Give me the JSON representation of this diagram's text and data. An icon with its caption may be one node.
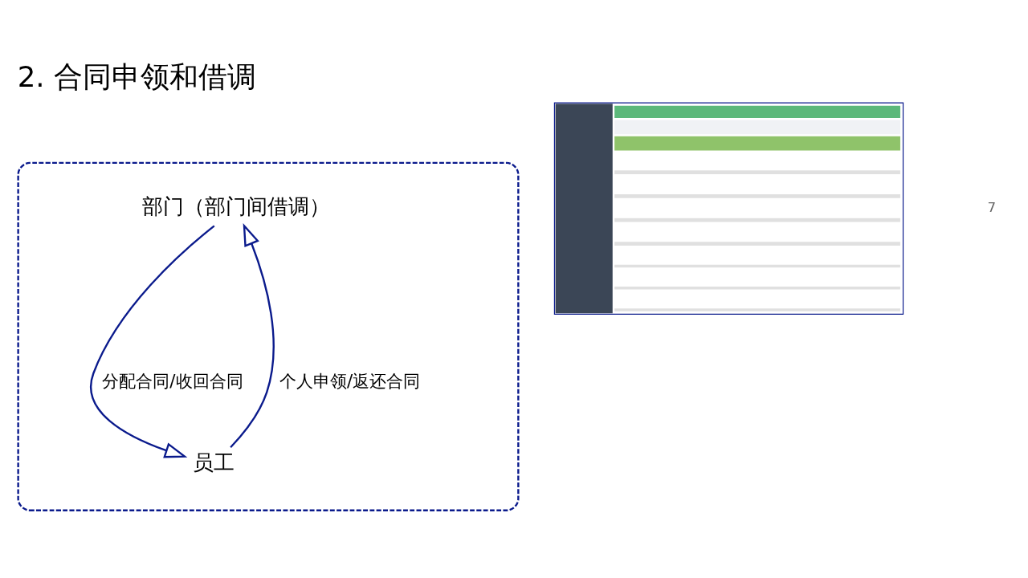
{
  "diagram": {
    "title": "2. 合同申领和借调",
    "nodes": [
      {
        "text": [],
        "shape": "box"
      },
      {
        "text": [
          "部门（部门间借调）"
        ],
        "in": 0
      },
      {
        "text": [
          "员工"
        ],
        "in": 0
      },
      {
        "text": [],
        "shape": "picture"
      }
    ],
    "edges": [
      {
        "from": 1,
        "to": 2,
        "arrow": "to",
        "label": "分配合同/收回合同"
      },
      {
        "from": 2,
        "to": 1,
        "arrow": "to",
        "label": "个人申领/返还合同"
      }
    ],
    "labels": [
      "7"
    ]
  }
}
